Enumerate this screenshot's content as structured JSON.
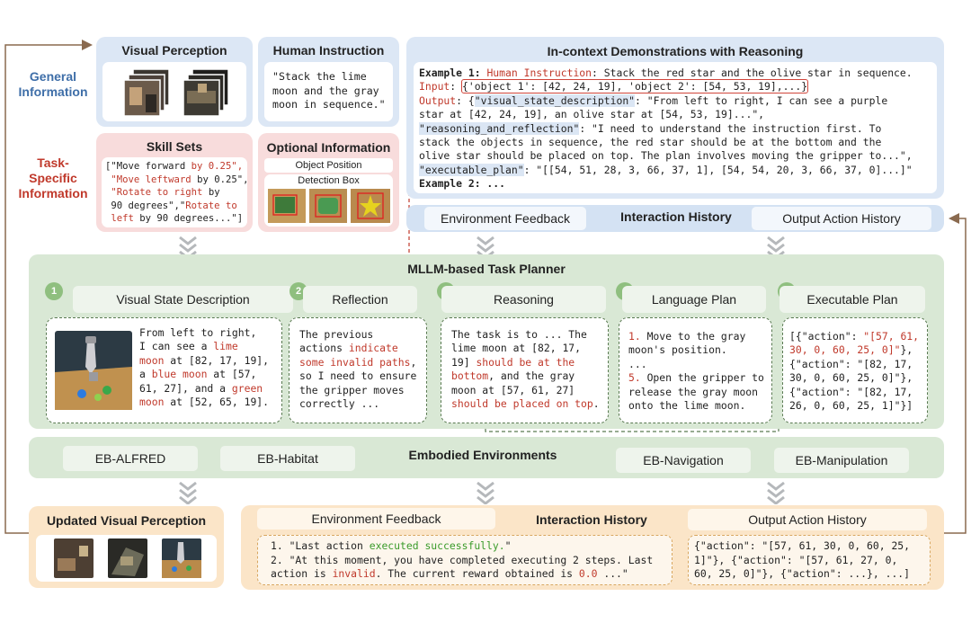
{
  "side_labels": {
    "general": "General\nInformation",
    "task_specific": "Task-\nSpecific\nInformation"
  },
  "visual_perception": {
    "title": "Visual Perception"
  },
  "human_instruction": {
    "title": "Human Instruction",
    "text": "\"Stack the lime\nmoon and the gray\nmoon in sequence.\""
  },
  "skill_sets": {
    "title": "Skill Sets",
    "lines": [
      [
        {
          "t": "[\"Move forward ",
          "c": ""
        },
        {
          "t": "by 0.25\",",
          "c": "red"
        }
      ],
      [
        {
          "t": " \"Move leftward ",
          "c": "red"
        },
        {
          "t": "by 0.25\",",
          "c": ""
        }
      ],
      [
        {
          "t": " \"Rotate to right ",
          "c": "red"
        },
        {
          "t": "by",
          "c": ""
        }
      ],
      [
        {
          "t": " 90 degrees\",\"",
          "c": ""
        },
        {
          "t": "Rotate to",
          "c": "red"
        }
      ],
      [
        {
          "t": " left ",
          "c": "red"
        },
        {
          "t": "by 90 degrees...\"]",
          "c": ""
        }
      ]
    ]
  },
  "optional_info": {
    "title": "Optional Information",
    "object_position": "Object Position",
    "detection_box": "Detection Box"
  },
  "demos": {
    "title": "In-context Demonstrations with Reasoning",
    "lines": [
      [
        {
          "t": "Example 1: ",
          "c": "b"
        },
        {
          "t": "Human Instruction",
          "c": "red"
        },
        {
          "t": ": Stack the red star and the olive star in sequence.",
          "c": ""
        }
      ],
      [
        {
          "t": "Input",
          "c": "red"
        },
        {
          "t": ": ",
          "c": ""
        },
        {
          "t": "{'object 1': [42, 24, 19], 'object 2': [54, 53, 19],...}",
          "c": "box"
        }
      ],
      [
        {
          "t": "Output",
          "c": "red"
        },
        {
          "t": ": {",
          "c": ""
        },
        {
          "t": "\"visual_state_description\"",
          "c": "hl"
        },
        {
          "t": ": \"From left to right, I can see a purple",
          "c": ""
        }
      ],
      [
        {
          "t": "star at [42, 24, 19], an olive star at [54, 53, 19]...\",",
          "c": ""
        }
      ],
      [
        {
          "t": "\"reasoning_and_reflection\"",
          "c": "hl"
        },
        {
          "t": ": \"I need to understand the instruction first. To",
          "c": ""
        }
      ],
      [
        {
          "t": "stack the objects in sequence, the red star should be at the bottom and the",
          "c": ""
        }
      ],
      [
        {
          "t": "olive star should be placed on top. The plan involves moving the gripper to...\",",
          "c": ""
        }
      ],
      [
        {
          "t": "\"executable_plan\"",
          "c": "hl"
        },
        {
          "t": ": \"[[54, 51, 28, 3, 66, 37, 1], [54, 54, 20, 3, 66, 37, 0]...]\"",
          "c": ""
        }
      ],
      [
        {
          "t": "Example 2: ...",
          "c": "b"
        }
      ]
    ]
  },
  "interaction_history_top": {
    "title": "Interaction History",
    "env_feedback": "Environment Feedback",
    "output_history": "Output Action History"
  },
  "planner": {
    "title": "MLLM-based Task Planner",
    "steps": [
      {
        "num": "1",
        "label": "Visual State Description"
      },
      {
        "num": "2",
        "label": "Reflection"
      },
      {
        "num": "3",
        "label": "Reasoning"
      },
      {
        "num": "4",
        "label": "Language Plan"
      },
      {
        "num": "5",
        "label": "Executable Plan"
      }
    ],
    "visual_state_lines": [
      [
        {
          "t": "From left to right,",
          "c": ""
        }
      ],
      [
        {
          "t": "I can see a ",
          "c": ""
        },
        {
          "t": "lime",
          "c": "red"
        }
      ],
      [
        {
          "t": "moon",
          "c": "red"
        },
        {
          "t": " at [82, 17, 19],",
          "c": ""
        }
      ],
      [
        {
          "t": "a ",
          "c": ""
        },
        {
          "t": "blue moon",
          "c": "red"
        },
        {
          "t": " at [57,",
          "c": ""
        }
      ],
      [
        {
          "t": "61, 27], and a ",
          "c": ""
        },
        {
          "t": "green",
          "c": "red"
        }
      ],
      [
        {
          "t": "moon",
          "c": "red"
        },
        {
          "t": " at [52, 65, 19].",
          "c": ""
        }
      ]
    ],
    "reflection_lines": [
      [
        {
          "t": "The previous",
          "c": ""
        }
      ],
      [
        {
          "t": "actions ",
          "c": ""
        },
        {
          "t": "indicate",
          "c": "red"
        }
      ],
      [
        {
          "t": "some invalid paths",
          "c": "red"
        },
        {
          "t": ",",
          "c": ""
        }
      ],
      [
        {
          "t": "so I need to ensure",
          "c": ""
        }
      ],
      [
        {
          "t": "the gripper moves",
          "c": ""
        }
      ],
      [
        {
          "t": "correctly ...",
          "c": ""
        }
      ]
    ],
    "reasoning_lines": [
      [
        {
          "t": "The task is to ... The",
          "c": ""
        }
      ],
      [
        {
          "t": "lime moon at [82, 17,",
          "c": ""
        }
      ],
      [
        {
          "t": "19] ",
          "c": ""
        },
        {
          "t": "should be at the",
          "c": "red"
        }
      ],
      [
        {
          "t": "bottom",
          "c": "red"
        },
        {
          "t": ", and the gray",
          "c": ""
        }
      ],
      [
        {
          "t": "moon at [57, 61, 27]",
          "c": ""
        }
      ],
      [
        {
          "t": "should be placed on top",
          "c": "red"
        },
        {
          "t": ".",
          "c": ""
        }
      ]
    ],
    "language_plan_lines": [
      [
        {
          "t": "1.",
          "c": "red"
        },
        {
          "t": " Move to the gray",
          "c": ""
        }
      ],
      [
        {
          "t": "moon's position.",
          "c": ""
        }
      ],
      [
        {
          "t": "...",
          "c": ""
        }
      ],
      [
        {
          "t": "5.",
          "c": "red"
        },
        {
          "t": " Open the gripper to",
          "c": ""
        }
      ],
      [
        {
          "t": "release the gray moon",
          "c": ""
        }
      ],
      [
        {
          "t": "onto the lime moon.",
          "c": ""
        }
      ]
    ],
    "executable_lines": [
      [
        {
          "t": "[{\"action\": ",
          "c": ""
        },
        {
          "t": "\"[57, 61,",
          "c": "red"
        }
      ],
      [
        {
          "t": "30, 0, 60, 25, 0]\"",
          "c": "red"
        },
        {
          "t": "},",
          "c": ""
        }
      ],
      [
        {
          "t": "{\"action\": \"[82, 17,",
          "c": ""
        }
      ],
      [
        {
          "t": "30, 0, 60, 25, 0]\"},",
          "c": ""
        }
      ],
      [
        {
          "t": "{\"action\": \"[82, 17,",
          "c": ""
        }
      ],
      [
        {
          "t": "26, 0, 60, 25, 1]\"}]",
          "c": ""
        }
      ]
    ]
  },
  "environments": {
    "title": "Embodied Environments",
    "items": [
      "EB-ALFRED",
      "EB-Habitat",
      "EB-Navigation",
      "EB-Manipulation"
    ]
  },
  "updated_perception": {
    "title": "Updated Visual Perception"
  },
  "interaction_history_bottom": {
    "title": "Interaction History",
    "env_feedback": "Environment Feedback",
    "output_history": "Output Action History",
    "feedback_lines": [
      [
        {
          "t": "1. \"Last action ",
          "c": ""
        },
        {
          "t": "executed successfully.",
          "c": "grn"
        },
        {
          "t": "\"",
          "c": ""
        }
      ],
      [
        {
          "t": "2. \"At this moment, you have completed executing 2 steps. Last",
          "c": ""
        }
      ],
      [
        {
          "t": "action is ",
          "c": ""
        },
        {
          "t": "invalid",
          "c": "red"
        },
        {
          "t": ". The current reward obtained is ",
          "c": ""
        },
        {
          "t": "0.0",
          "c": "red"
        },
        {
          "t": " ...\"",
          "c": ""
        }
      ]
    ],
    "history_lines": [
      [
        {
          "t": "{\"action\": \"[57, 61, 30, 0, 60, 25,",
          "c": ""
        }
      ],
      [
        {
          "t": "1]\"}, {\"action\": \"[57, 61, 27, 0,",
          "c": ""
        }
      ],
      [
        {
          "t": "60, 25, 0]\"}, {\"action\": ...}, ...]",
          "c": ""
        }
      ]
    ]
  }
}
